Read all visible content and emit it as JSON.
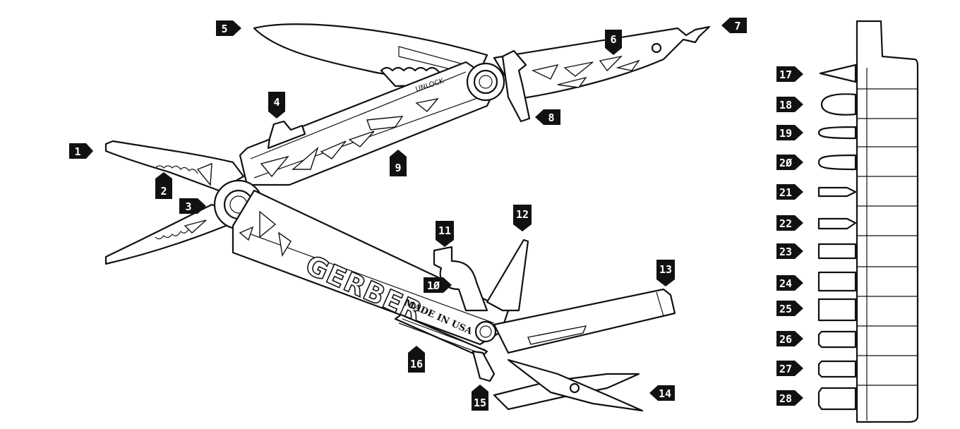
{
  "brand_text": "GERBER",
  "made_in_text": "MADE IN USA",
  "unlock_text": "UNLOCK",
  "colors": {
    "ink": "#111111",
    "paper": "#ffffff"
  },
  "callouts": [
    "1",
    "2",
    "3",
    "4",
    "5",
    "6",
    "7",
    "8",
    "9",
    "1Ø",
    "11",
    "12",
    "13",
    "14",
    "15",
    "16",
    "17",
    "18",
    "19",
    "2Ø",
    "21",
    "22",
    "23",
    "24",
    "25",
    "26",
    "27",
    "28"
  ]
}
